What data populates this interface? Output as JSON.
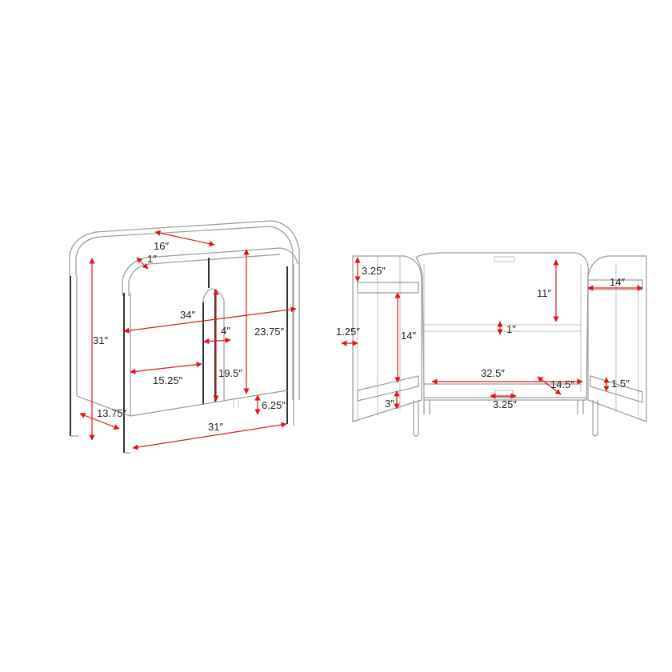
{
  "figure": {
    "description": "Cabinet dimension drawing: closed front view (left) and open doors view (right)",
    "accent_color": "#e0161b",
    "line_color": "#9a9a9a"
  },
  "closed_view": {
    "labels": {
      "depth_top": "16″",
      "top_thickness": "1″",
      "overall_height": "31″",
      "overall_width_diag": "34″",
      "handle_gap": "4″",
      "inner_height": "23.75″",
      "door_width": "15.25″",
      "handle_height": "19.5″",
      "leg_height": "6.25″",
      "side_depth": "13.75″",
      "base_width": "31″"
    }
  },
  "open_view": {
    "labels": {
      "door_top_offset": "3.25″",
      "upper_shelf_height": "11″",
      "right_door_bar": "14″",
      "door_edge": "1.25″",
      "door_bar_spacing": "14″",
      "shelf_thickness": "1″",
      "inner_width": "32.5″",
      "inner_depth": "14.5″",
      "right_bar_height": "1.5″",
      "bottom_bar_offset": "3″",
      "handle_cutout": "3.25″"
    }
  }
}
